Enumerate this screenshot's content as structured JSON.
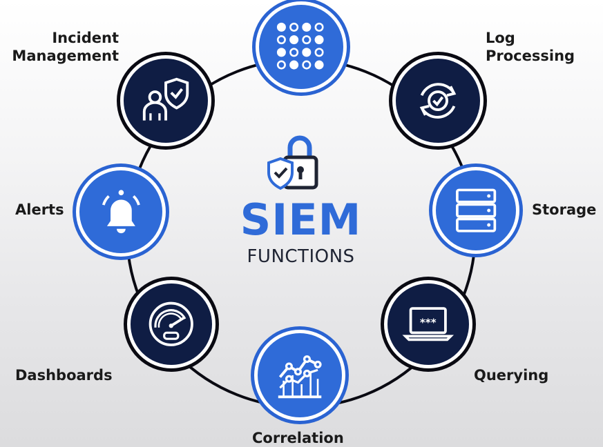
{
  "diagram": {
    "title": "SIEM",
    "subtitle": "FUNCTIONS",
    "nodes": [
      {
        "id": "log-processing",
        "label": "Log\nProcessing",
        "icon": "refresh-check-icon",
        "style": "dark"
      },
      {
        "id": "storage",
        "label": "Storage",
        "icon": "server-rack-icon",
        "style": "blue"
      },
      {
        "id": "querying",
        "label": "Querying",
        "icon": "laptop-password-icon",
        "style": "dark"
      },
      {
        "id": "correlation",
        "label": "Correlation",
        "icon": "line-chart-icon",
        "style": "blue"
      },
      {
        "id": "dashboards",
        "label": "Dashboards",
        "icon": "gauge-icon",
        "style": "dark"
      },
      {
        "id": "alerts",
        "label": "Alerts",
        "icon": "bell-icon",
        "style": "blue"
      },
      {
        "id": "incident-management",
        "label": "Incident\nManagement",
        "icon": "user-shield-icon",
        "style": "dark"
      },
      {
        "id": "data-sources",
        "label": "",
        "icon": "dot-grid-icon",
        "style": "blue"
      }
    ]
  },
  "colors": {
    "accent_blue": "#2f6bd8",
    "dark_navy": "#0f1d44",
    "ring": "#0a0a12"
  }
}
